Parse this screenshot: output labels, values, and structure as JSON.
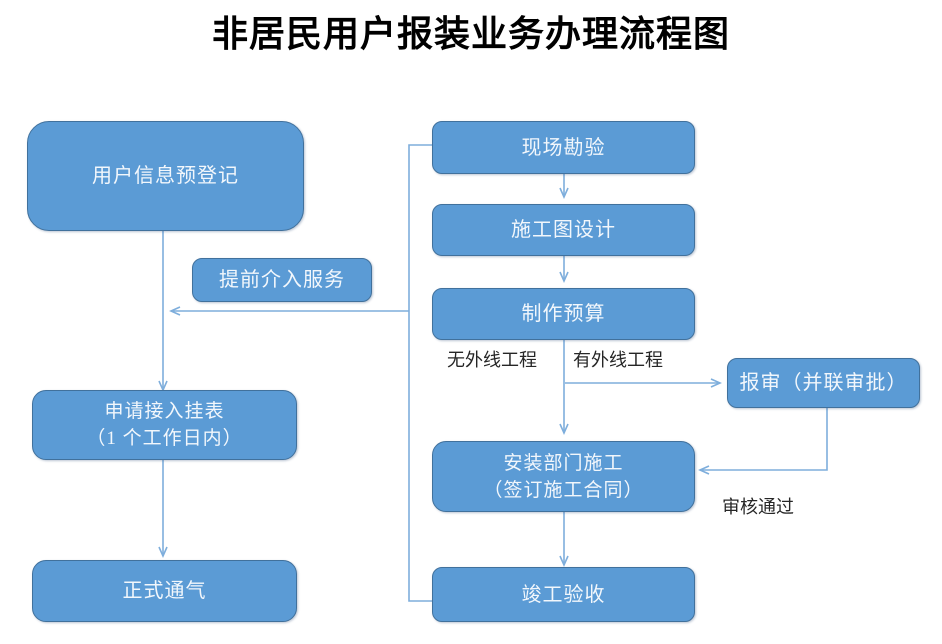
{
  "title": "非居民用户报装业务办理流程图",
  "colors": {
    "node_fill": "#5B9BD5",
    "node_border": "#41719C",
    "node_text": "#F2F7FC",
    "connector": "#7EAEDC",
    "label_text": "#262626",
    "background": "#FFFFFF",
    "title_text": "#000000"
  },
  "nodes": {
    "pre_register": {
      "label": "用户信息预登记"
    },
    "early_service": {
      "label": "提前介入服务"
    },
    "apply_meter": {
      "label": "申请接入挂表\n（1 个工作日内）"
    },
    "formal_gas": {
      "label": "正式通气"
    },
    "site_survey": {
      "label": "现场勘验"
    },
    "drawing_design": {
      "label": "施工图设计"
    },
    "make_budget": {
      "label": "制作预算"
    },
    "submit_review": {
      "label": "报审（并联审批）"
    },
    "install_construct": {
      "label": "安装部门施工\n（签订施工合同）"
    },
    "completion_check": {
      "label": "竣工验收"
    }
  },
  "edge_labels": {
    "no_outside_line": "无外线工程",
    "has_outside_line": "有外线工程",
    "review_passed": "审核通过"
  }
}
